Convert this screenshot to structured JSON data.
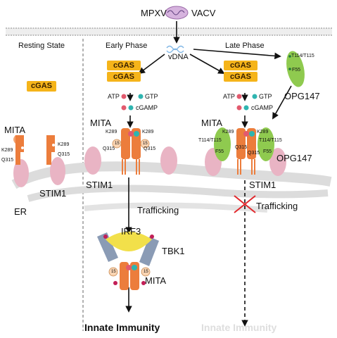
{
  "header": {
    "virus_left": "MPXV",
    "virus_right": "VACV",
    "viral_dna": "vDNA"
  },
  "panels": {
    "resting": "Resting State",
    "early": "Early Phase",
    "late": "Late Phase"
  },
  "labels": {
    "cgas": "cGAS",
    "atp": "ATP",
    "gtp": "GTP",
    "cgamp": "cGAMP",
    "mita": "MITA",
    "stim1": "STIM1",
    "er": "ER",
    "trafficking": "Trafficking",
    "irf3": "IRF3",
    "tbk1": "TBK1",
    "opg147": "OPG147",
    "k289": "K289",
    "q315": "Q315",
    "f55": "F55",
    "t114_t115": "T114/T115",
    "ub": "15",
    "innate_immunity": "Innate Immunity"
  },
  "colors": {
    "cgas": "#f5b41a",
    "mita": "#ec7d3c",
    "stim1": "#e9b4c4",
    "opg147": "#8fca4f",
    "irf3": "#f2e04a",
    "tbk1": "#8a9bb5",
    "er": "#d8d8d8",
    "block": "#e2262b"
  }
}
